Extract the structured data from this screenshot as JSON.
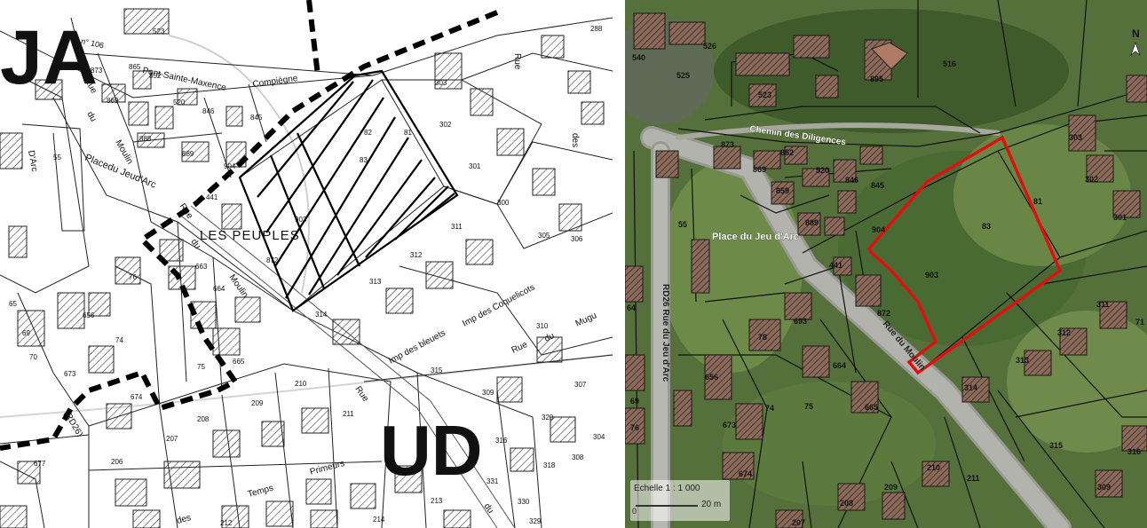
{
  "left_map": {
    "zones": {
      "ja": "JA",
      "ud": "UD"
    },
    "lieu_dit": "LES PEUPLES",
    "streets": [
      "Pont-Sainte-Maxence",
      "Compiègne",
      "Rue",
      "du",
      "Moulin",
      "Placedu Jeud'Arc",
      "Rue",
      "du",
      "Moulin",
      "Imp des bleuets",
      "Imp des Coquelicots",
      "Rue",
      "du",
      "Mugu",
      "Rue",
      "Temps",
      "Primeurs",
      "des",
      "du",
      "Rue",
      "des",
      "D'Arc",
      "(RD26)"
    ],
    "header_fragment": "V.C. n° 106",
    "parcels": [
      "523",
      "288",
      "873",
      "865",
      "852",
      "869",
      "520",
      "846",
      "845",
      "888",
      "889",
      "904",
      "441",
      "903",
      "82",
      "81",
      "83",
      "303",
      "302",
      "301",
      "300",
      "311",
      "305",
      "306",
      "312",
      "313",
      "314",
      "310",
      "872",
      "663",
      "664",
      "665",
      "75",
      "76",
      "74",
      "656",
      "69",
      "70",
      "65",
      "673",
      "674",
      "677",
      "208",
      "209",
      "210",
      "211",
      "207",
      "206",
      "212",
      "213",
      "214",
      "315",
      "309",
      "307",
      "320",
      "316",
      "304",
      "318",
      "308",
      "331",
      "330",
      "329",
      "55"
    ]
  },
  "right_map": {
    "streets": [
      "Chemin des Diligences",
      "RD26 Rue du Jeu d'Arc",
      "Rue du Moulin"
    ],
    "place": "Place du Jeu d'Arc",
    "north": "N",
    "scale": {
      "title": "Echelle 1 : 1 000",
      "zero": "0",
      "distance": "20 m"
    },
    "parcels": [
      "540",
      "526",
      "525",
      "516",
      "895",
      "523",
      "873",
      "869",
      "852",
      "520",
      "846",
      "845",
      "303",
      "302",
      "301",
      "81",
      "83",
      "904",
      "889",
      "859",
      "441",
      "903",
      "872",
      "55",
      "64",
      "311",
      "312",
      "313",
      "314",
      "315",
      "693",
      "78",
      "664",
      "665",
      "656",
      "74",
      "75",
      "69",
      "76",
      "673",
      "674",
      "210",
      "211",
      "209",
      "208",
      "207",
      "316",
      "71",
      "309"
    ]
  }
}
